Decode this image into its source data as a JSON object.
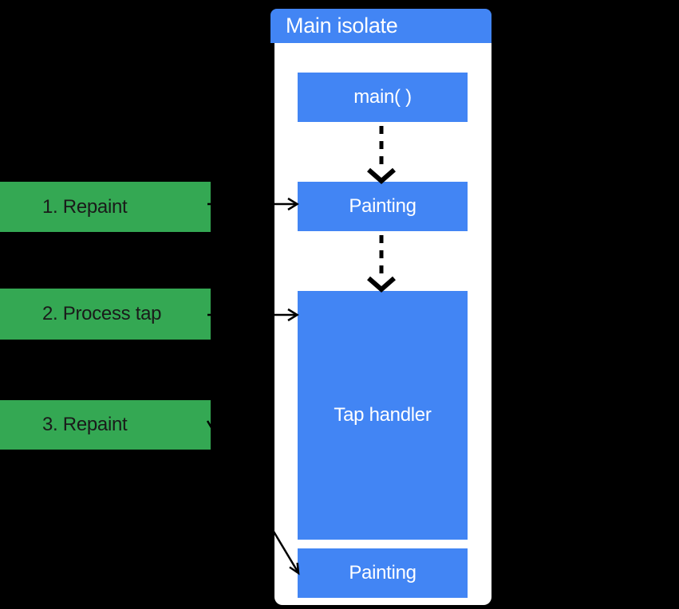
{
  "colors": {
    "background": "#000000",
    "panel": "#ffffff",
    "accent_blue": "#4285f4",
    "accent_green": "#34a853",
    "box_text": "#ffffff",
    "label_text": "#1a1a1a",
    "arrow": "#000000"
  },
  "isolate": {
    "title": "Main isolate"
  },
  "boxes": [
    {
      "id": "main",
      "label": "main( )"
    },
    {
      "id": "painting-1",
      "label": "Painting"
    },
    {
      "id": "tap-handler",
      "label": "Tap handler"
    },
    {
      "id": "painting-2",
      "label": "Painting"
    }
  ],
  "steps": [
    {
      "label": "1. Repaint"
    },
    {
      "label": "2. Process tap"
    },
    {
      "label": "3. Repaint"
    }
  ]
}
